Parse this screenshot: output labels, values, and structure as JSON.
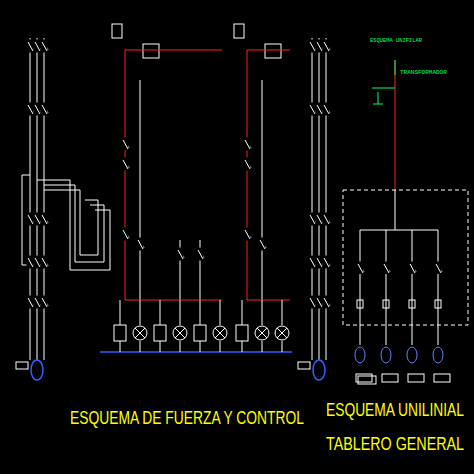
{
  "diagram": {
    "title": "ESQUEMA DE FUERZA Y CONTROL",
    "labels": [
      "ESQUEMA UNILINIAL",
      "TABLERO GENERAL",
      "ESQUEMA UNIFILAR",
      "TRANSFORMADOR"
    ]
  }
}
